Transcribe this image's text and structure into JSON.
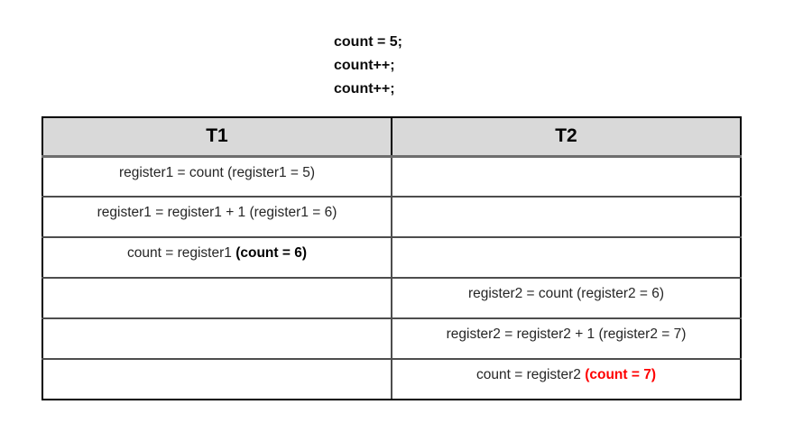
{
  "code_snippet": {
    "lines": [
      "count = 5;",
      "count++;",
      "count++;"
    ]
  },
  "table": {
    "headers": [
      {
        "label": "T1"
      },
      {
        "label": "T2"
      }
    ],
    "rows": [
      {
        "t1": {
          "text": "register1 = count (register1 = 5)",
          "highlight": ""
        },
        "t2": {
          "text": "",
          "highlight": ""
        }
      },
      {
        "t1": {
          "text": "register1 = register1 + 1 (register1 = 6)",
          "highlight": ""
        },
        "t2": {
          "text": "",
          "highlight": ""
        }
      },
      {
        "t1": {
          "text": "count = register1",
          "highlight": "(count = 6)"
        },
        "t2": {
          "text": "",
          "highlight": ""
        }
      },
      {
        "t1": {
          "text": "",
          "highlight": ""
        },
        "t2": {
          "text": "register2 = count (register2 = 6)",
          "highlight": ""
        }
      },
      {
        "t1": {
          "text": "",
          "highlight": ""
        },
        "t2": {
          "text": "register2 = register2 + 1 (register2 = 7)",
          "highlight": ""
        }
      },
      {
        "t1": {
          "text": "",
          "highlight": ""
        },
        "t2": {
          "text": "count = register2",
          "highlight": "(count = 7)"
        }
      }
    ]
  },
  "colors": {
    "highlight_red": "#ff0000",
    "header_bg": "#d9d9d9"
  }
}
